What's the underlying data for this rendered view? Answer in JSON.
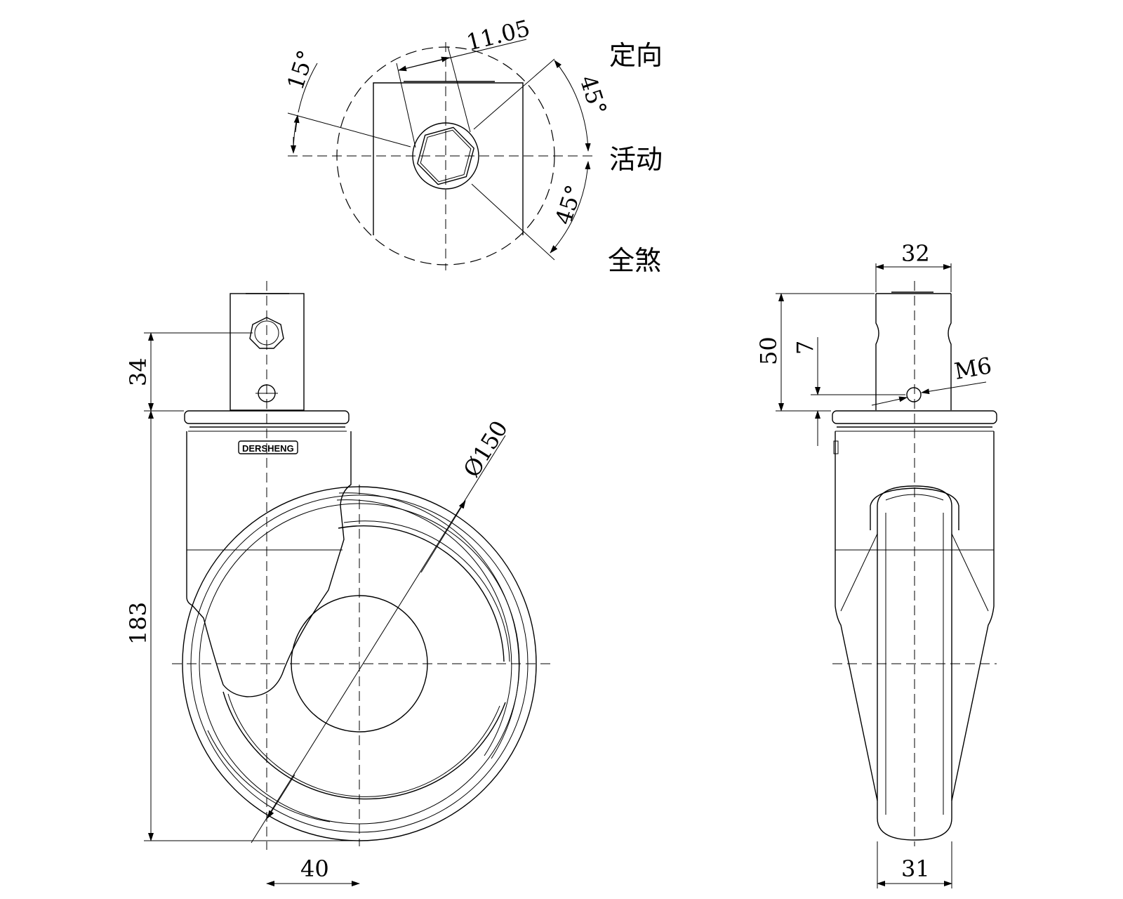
{
  "top_view": {
    "mode_labels": {
      "fixed": "定向",
      "swivel": "活动",
      "total_brake": "全煞"
    },
    "dim_hex": "11.05",
    "angle_15": "15°",
    "angle_45_upper": "45°",
    "angle_45_lower": "45°"
  },
  "side_view": {
    "brand": "DERSHENG",
    "dim_stem_offset": "34",
    "dim_height": "183",
    "dim_wheel_diameter": "Ø150",
    "dim_offset": "40"
  },
  "front_view": {
    "dim_stem_width": "32",
    "dim_stem_height": "50",
    "dim_hole_pos": "7",
    "dim_thread": "M6",
    "dim_wheel_width": "31"
  }
}
